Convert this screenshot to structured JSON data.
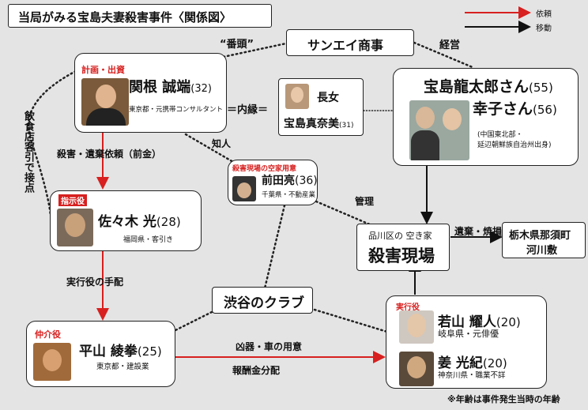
{
  "title": "当局がみる宝島夫妻殺害事件〈関係図〉",
  "legend": {
    "request": "依頼",
    "move": "移動"
  },
  "colors": {
    "request": "#d7201f",
    "move": "#111111"
  },
  "sankei": "サンエイ商事",
  "links": {
    "bantou": "“番頭”",
    "keiei": "経営",
    "naien": "＝内縁＝",
    "chijin": "知人",
    "kanri": "管理",
    "inshoku": "飲食店客引で接点",
    "irai": "殺害・遺棄依頼（前金）",
    "tehai": "実行役の手配",
    "kyouki": "凶器・車の用意",
    "houshu": "報酬金分配",
    "iki": "遺棄・焼損"
  },
  "sekine": {
    "role": "計画・出資",
    "name": "関根 誠端",
    "age": "(32)",
    "info": "東京都・元携帯コンサルタント"
  },
  "choujo": {
    "role": "長女",
    "name": "宝島真奈美",
    "age": "(31)"
  },
  "victims": {
    "name1": "宝島龍太郎さん",
    "age1": "(55)",
    "name2": "幸子さん",
    "age2": "(56)",
    "info1": "(中国東北部・",
    "info2": "延辺朝鮮族自治州出身)"
  },
  "maeda": {
    "role": "殺害現場の空家用意",
    "name": "前田亮",
    "age": "(36)",
    "info": "千葉県・不動産業"
  },
  "sasaki": {
    "role": "指示役",
    "name": "佐々木 光",
    "age": "(28)",
    "info": "福岡県・客引き"
  },
  "scene": {
    "sub": "品川区の 空き家",
    "main": "殺害現場"
  },
  "tochigi": {
    "line1": "栃木県那須町",
    "line2": "河川敷"
  },
  "club": "渋谷のクラブ",
  "hirayama": {
    "role": "仲介役",
    "name": "平山 綾拳",
    "age": "(25)",
    "info": "東京都・建設業"
  },
  "executors": {
    "role": "実行役",
    "name1": "若山 耀人",
    "age1": "(20)",
    "info1": "岐阜県・元俳優",
    "name2": "姜 光紀",
    "age2": "(20)",
    "info2": "神奈川県・職業不詳"
  },
  "footnote": "※年齢は事件発生当時の年齢"
}
